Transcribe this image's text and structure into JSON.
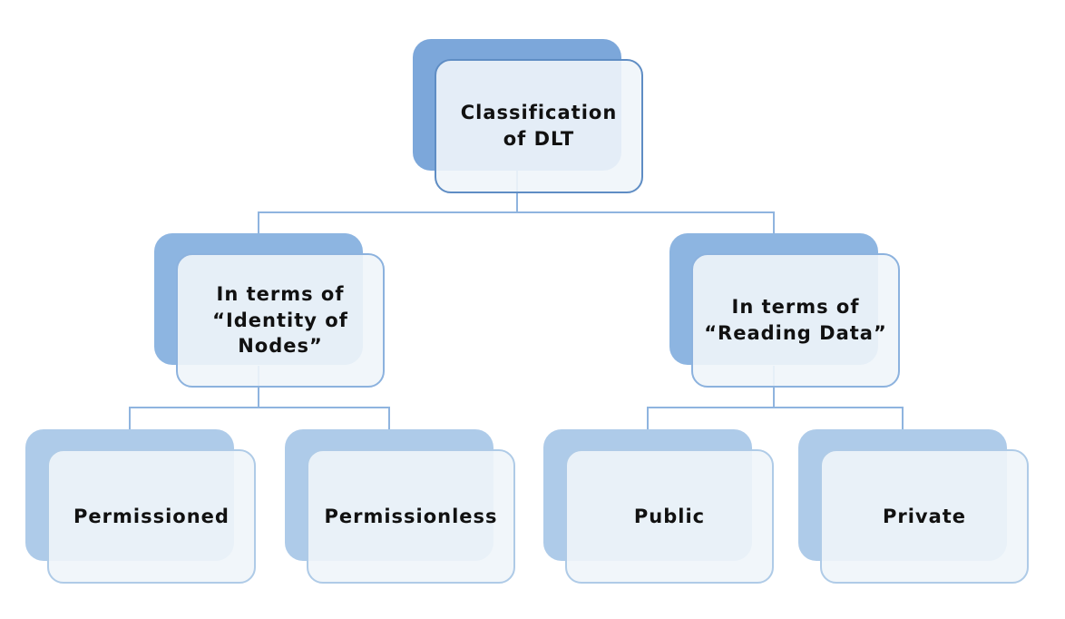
{
  "diagram": {
    "type": "hierarchy",
    "title": "Classification of DLT",
    "nodes": {
      "root": {
        "label": "Classification\nof DLT",
        "level": 1
      },
      "identity_of_nodes": {
        "label": "In terms of\n“Identity of\nNodes”",
        "level": 2,
        "parent": "root"
      },
      "reading_data": {
        "label": "In terms of\n“Reading Data”",
        "level": 2,
        "parent": "root"
      },
      "permissioned": {
        "label": "Permissioned",
        "level": 3,
        "parent": "identity_of_nodes"
      },
      "permissionless": {
        "label": "Permissionless",
        "level": 3,
        "parent": "identity_of_nodes"
      },
      "public": {
        "label": "Public",
        "level": 3,
        "parent": "reading_data"
      },
      "private": {
        "label": "Private",
        "level": 3,
        "parent": "reading_data"
      }
    },
    "colors": {
      "back_top": "#7CA7DA",
      "back_l2": "#8DB5E1",
      "back_leaf": "#AECBE9",
      "border_top": "#5F8DC4",
      "border_l2": "#8CB2DE",
      "border_leaf": "#AFCBE7",
      "front_fill": "rgba(240,245,250,0.9)",
      "connector": "#8FB4DF",
      "text": "#111111",
      "bg": "#FFFFFF"
    }
  }
}
